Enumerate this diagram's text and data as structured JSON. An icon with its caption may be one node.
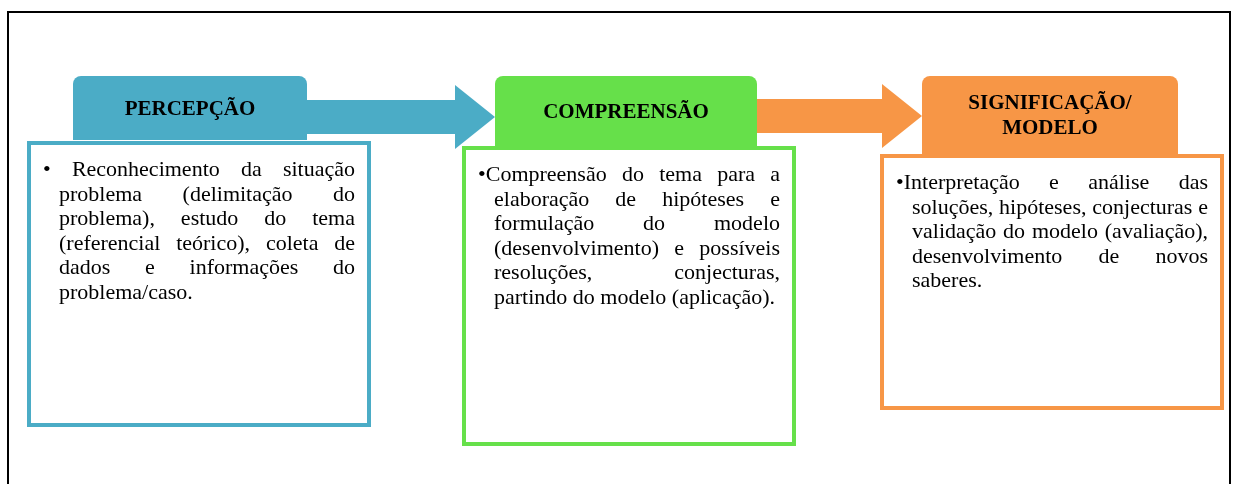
{
  "diagram": {
    "nodes": [
      {
        "text": [
          "PERCEPÇÃO"
        ]
      },
      {
        "text": [
          "• Reconhecimento da situação problema (delimitação do problema), estudo do tema (referencial teórico), coleta de dados e informações do problema/caso."
        ]
      },
      {
        "text": [
          "COMPREENSÃO"
        ]
      },
      {
        "text": [
          "•Compreensão do tema para a elaboração de hipóteses e formulação do modelo (desenvolvimento) e possíveis resoluções, conjecturas, partindo do modelo (aplicação)."
        ]
      },
      {
        "text": [
          "SIGNIFICAÇÃO/ MODELO"
        ]
      },
      {
        "text": [
          "•Interpretação e análise das soluções, hipóteses, conjecturas e validação do modelo (avaliação), desenvolvimento de novos saberes."
        ]
      }
    ],
    "edges": [
      {
        "from": 0,
        "to": 2,
        "arrow": "to",
        "color": "#4bacc6"
      },
      {
        "from": 2,
        "to": 4,
        "arrow": "to",
        "color": "#f79646"
      }
    ]
  }
}
